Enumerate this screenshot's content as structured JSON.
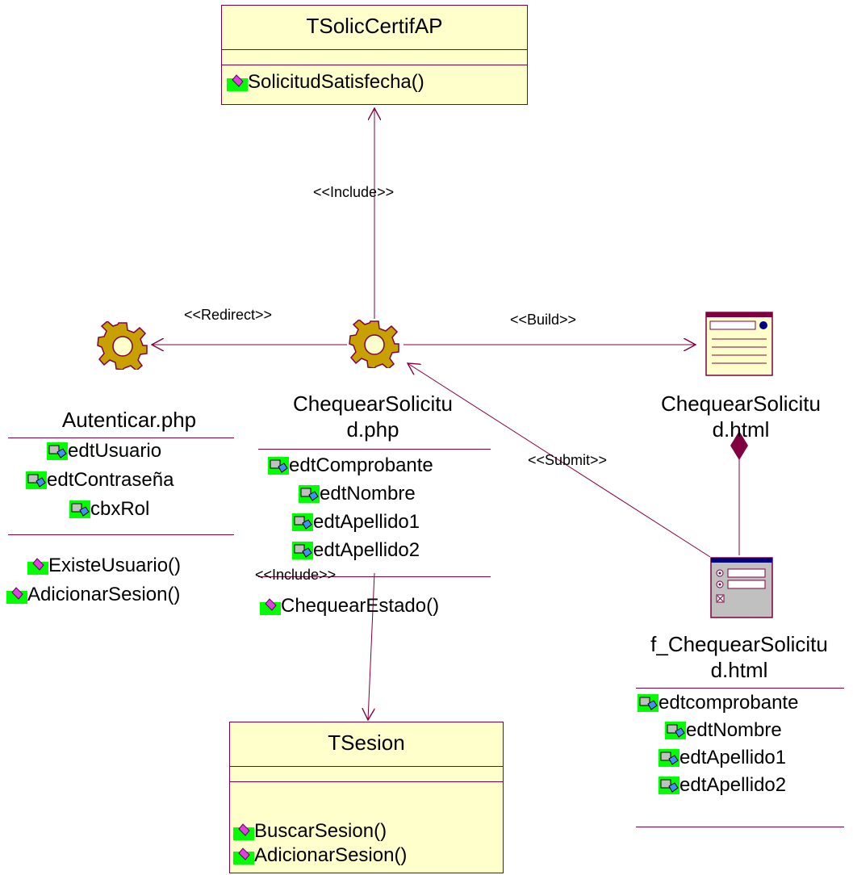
{
  "tsolic": {
    "title": "TSolicCertifAP",
    "methods": [
      "SolicitudSatisfecha()"
    ]
  },
  "tsesion": {
    "title": "TSesion",
    "methods": [
      "BuscarSesion()",
      "AdicionarSesion()"
    ]
  },
  "autenticar": {
    "name": "Autenticar.php",
    "attributes": [
      "edtUsuario",
      "edtContraseña",
      "cbxRol"
    ],
    "methods": [
      "ExisteUsuario()",
      "AdicionarSesion()"
    ]
  },
  "chequear_php": {
    "name_line1": "ChequearSolicitu",
    "name_line2": "d.php",
    "attributes": [
      "edtComprobante",
      "edtNombre",
      "edtApellido1",
      "edtApellido2"
    ],
    "methods": [
      "ChequearEstado()"
    ]
  },
  "chequear_html": {
    "name_line1": "ChequearSolicitu",
    "name_line2": "d.html"
  },
  "f_chequear": {
    "name_line1": "f_ChequearSolicitu",
    "name_line2": "d.html",
    "attributes": [
      "edtcomprobante",
      "edtNombre",
      "edtApellido1",
      "edtApellido2"
    ]
  },
  "stereotypes": {
    "include_top": "<<Include>>",
    "redirect": "<<Redirect>>",
    "build": "<<Build>>",
    "submit": "<<Submit>>",
    "include_bottom": "<<Include>>"
  },
  "colors": {
    "line": "#800040",
    "box_fill": "#ffffcc",
    "icon_green": "#00ff00",
    "gear": "#b8860b"
  }
}
